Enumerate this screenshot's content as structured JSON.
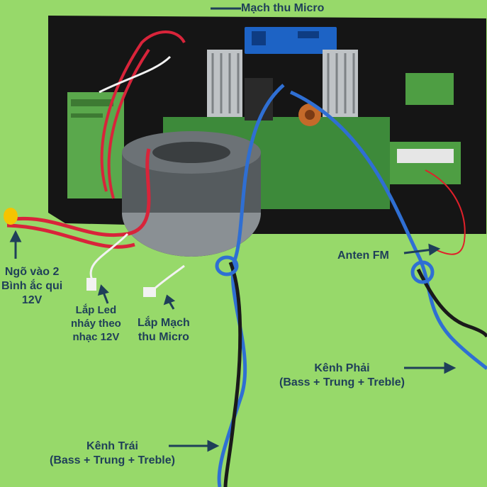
{
  "labels": {
    "micro_board": "Mạch thu Micro",
    "input_line1": "Ngõ vào 2",
    "input_line2": "Bình ắc qui",
    "input_line3": "12V",
    "led_line1": "Lắp Led",
    "led_line2": "nháy theo",
    "led_line3": "nhạc 12V",
    "micro_conn_line1": "Lắp Mạch",
    "micro_conn_line2": "thu Micro",
    "antenna": "Anten FM",
    "right_line1": "Kênh Phải",
    "right_line2": "(Bass + Trung + Treble)",
    "left_line1": "Kênh Trái",
    "left_line2": "(Bass + Trung + Treble)"
  },
  "colors": {
    "background": "#97d96a",
    "label_text": "#1f3f59",
    "panel": "#151515",
    "pcb_green": "#5aa84c",
    "pcb_blue": "#1d63c5",
    "wire_red": "#d8243a",
    "wire_blue": "#2f6fd3",
    "wire_black": "#1a1a1a",
    "wire_white": "#f2f2f2"
  }
}
